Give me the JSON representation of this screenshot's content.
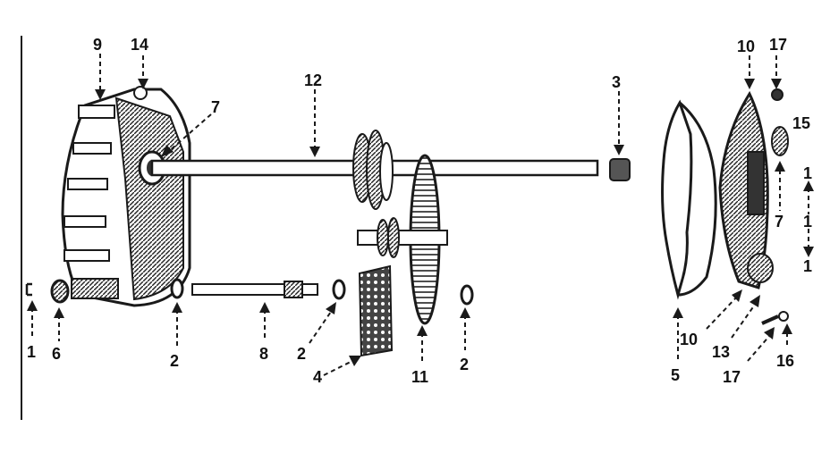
{
  "diagram": {
    "labels": {
      "l9": "9",
      "l14": "14",
      "l7a": "7",
      "l12": "12",
      "l3": "3",
      "l10a": "10",
      "l17a": "17",
      "l15": "15",
      "l7b": "7",
      "l1r_top": "1",
      "l1r_mid": "1",
      "l1r_bot": "1",
      "l1": "1",
      "l6": "6",
      "l2a": "2",
      "l8": "8",
      "l2b": "2",
      "l4": "4",
      "l11": "11",
      "l2c": "2",
      "l5": "5",
      "l10b": "10",
      "l13": "13",
      "l17b": "17",
      "l16": "16"
    },
    "colors": {
      "ink": "#1a1a1a",
      "paper": "#ffffff"
    }
  }
}
